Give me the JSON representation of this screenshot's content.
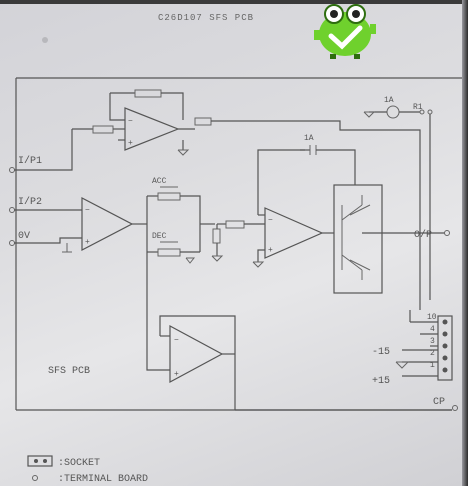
{
  "title": "C26D107 SFS PCB",
  "labels": {
    "ip1": "I/P1",
    "ip2": "I/P2",
    "zero_v": "0V",
    "acc": "ACC",
    "dec": "DEC",
    "one_a_top": "1A",
    "one_a_mid": "1A",
    "r1": "R1",
    "op": "O/P",
    "board_name": "SFS PCB",
    "minus15": "-15",
    "plus15": "+15",
    "cp": "CP"
  },
  "pins": [
    "10",
    "4",
    "3",
    "2",
    "1"
  ],
  "legend": {
    "socket": ":SOCKET",
    "terminal": ":TERMINAL BOARD"
  },
  "icons": {
    "mascot": "green-frog-checkmark-icon"
  },
  "colors": {
    "mascot_green": "#6fd12d",
    "ink": "#555555"
  }
}
